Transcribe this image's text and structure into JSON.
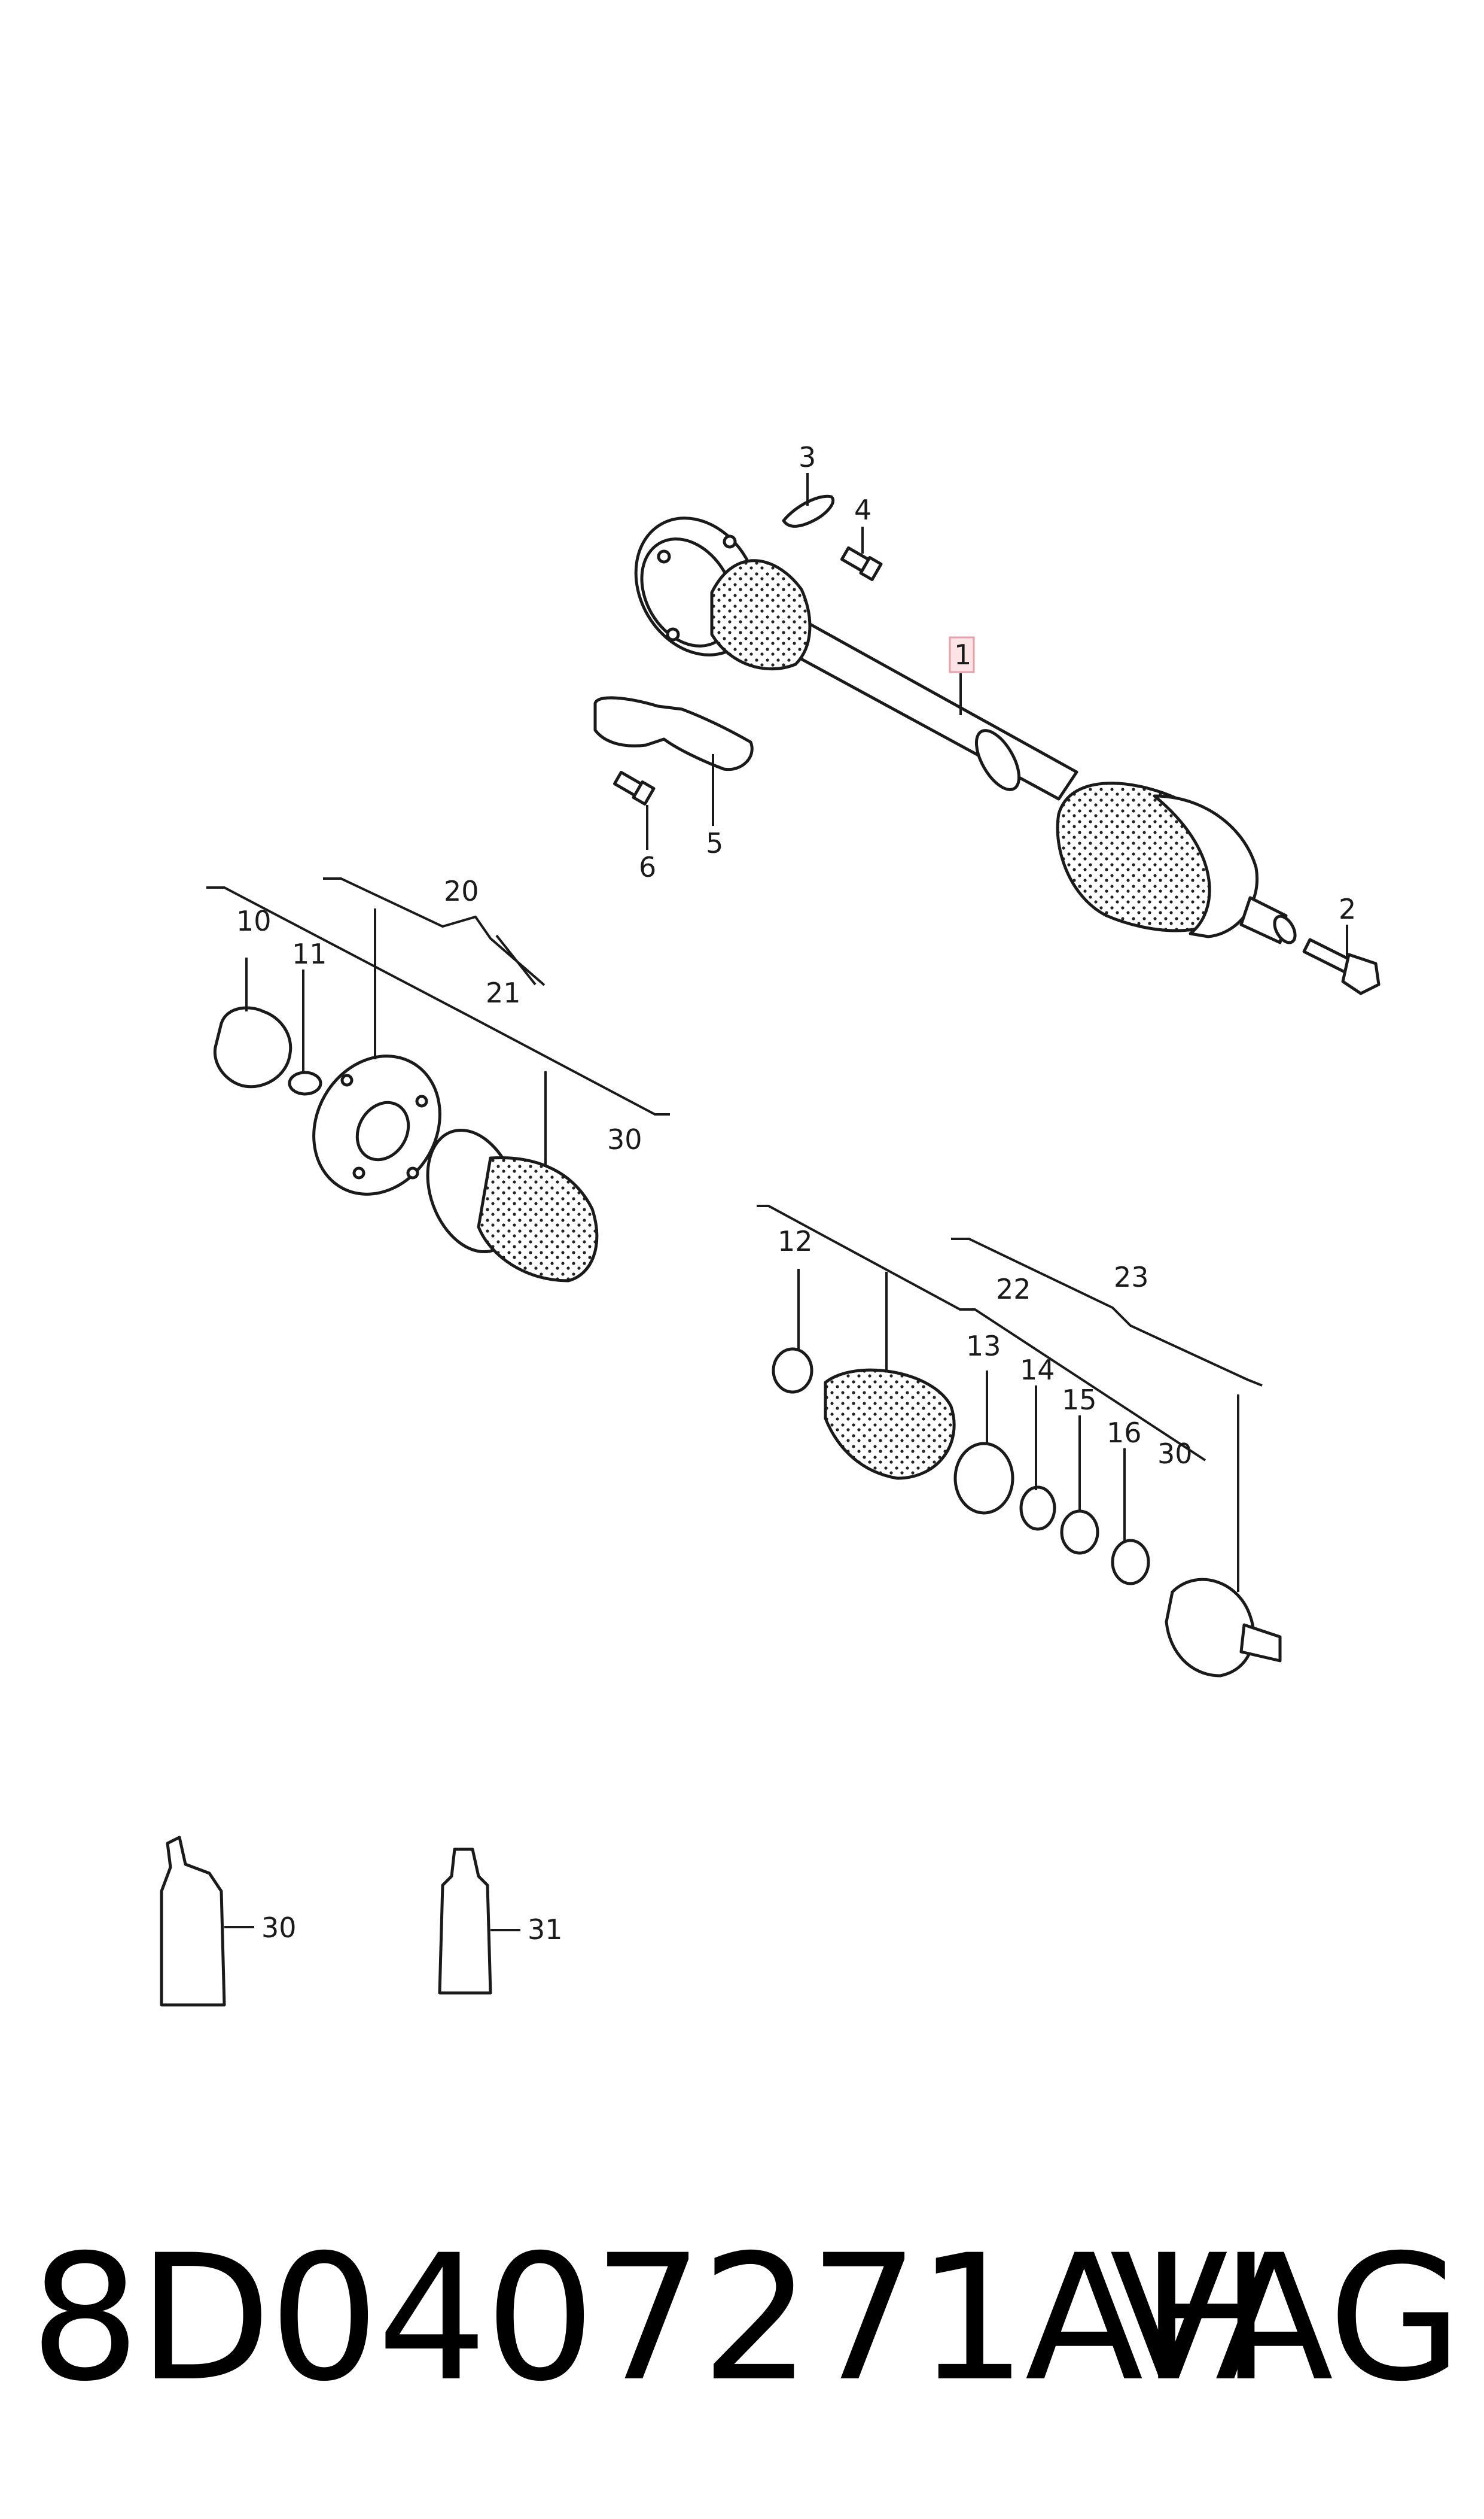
{
  "callouts": {
    "c1": "1",
    "c2": "2",
    "c3": "3",
    "c4": "4",
    "c5": "5",
    "c6": "6",
    "c10": "10",
    "c11": "11",
    "c12": "12",
    "c13": "13",
    "c14": "14",
    "c15": "15",
    "c16": "16",
    "c20": "20",
    "c21": "21",
    "c22": "22",
    "c23": "23",
    "c30a": "30",
    "c30b": "30",
    "c30c": "30",
    "c31": "31"
  },
  "highlight_color": "#e8a0a8",
  "footer": {
    "part_number": "8D0407271AH",
    "brand": "VAG"
  }
}
